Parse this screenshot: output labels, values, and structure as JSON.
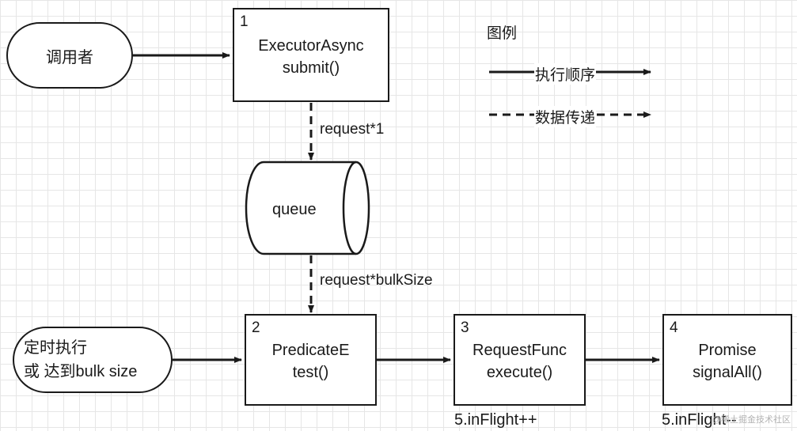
{
  "caller": "调用者",
  "executor": {
    "num": "1",
    "name": "ExecutorAsync",
    "method": "submit()"
  },
  "queue": "queue",
  "edge_request_one": "request*1",
  "edge_request_bulk": "request*bulkSize",
  "trigger": {
    "line1": "定时执行",
    "line2": "或 达到bulk size"
  },
  "predicate": {
    "num": "2",
    "name": "PredicateE",
    "method": "test()"
  },
  "request_func": {
    "num": "3",
    "name": "RequestFunc",
    "method": "execute()",
    "note": "5.inFlight++"
  },
  "promise": {
    "num": "4",
    "name": "Promise",
    "method": "signalAll()",
    "note": "5.inFlight--"
  },
  "legend": {
    "title": "图例",
    "solid": "执行顺序",
    "dashed": "数据传递"
  },
  "watermark": "@稀土掘金技术社区"
}
